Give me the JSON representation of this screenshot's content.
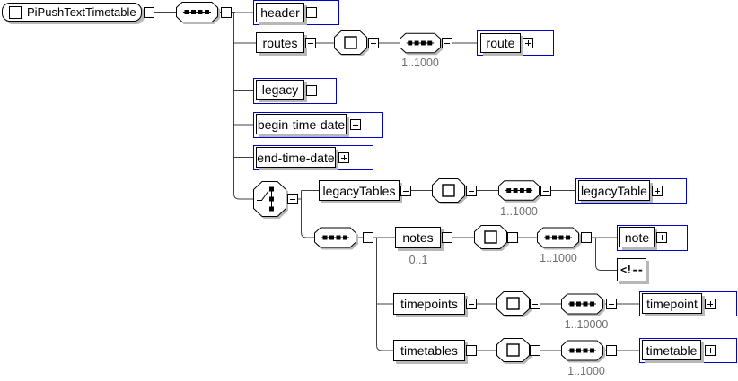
{
  "diagram": {
    "root": {
      "label": "PiPushTextTimetable"
    },
    "nodes": {
      "header": {
        "label": "header"
      },
      "routes": {
        "label": "routes"
      },
      "route": {
        "label": "route",
        "occurrence": "1..1000"
      },
      "legacy": {
        "label": "legacy"
      },
      "begin-time-date": {
        "label": "begin-time-date"
      },
      "end-time-date": {
        "label": "end-time-date"
      },
      "legacyTables": {
        "label": "legacyTables"
      },
      "legacyTable": {
        "label": "legacyTable",
        "occurrence": "1..1000"
      },
      "notes": {
        "label": "notes",
        "occurrence": "0..1"
      },
      "note": {
        "label": "note",
        "occurrence": "1..1000"
      },
      "comment": {
        "label": "<!--"
      },
      "timepoints": {
        "label": "timepoints"
      },
      "timepoint": {
        "label": "timepoint",
        "occurrence": "1..10000"
      },
      "timetables": {
        "label": "timetables"
      },
      "timetable": {
        "label": "timetable",
        "occurrence": "1..1000"
      }
    },
    "colors": {
      "selection_border": "#0000cc",
      "box_shadow": "#b8b8b8",
      "occurrence_text": "#6e6e6e",
      "connector": "#404040"
    }
  }
}
